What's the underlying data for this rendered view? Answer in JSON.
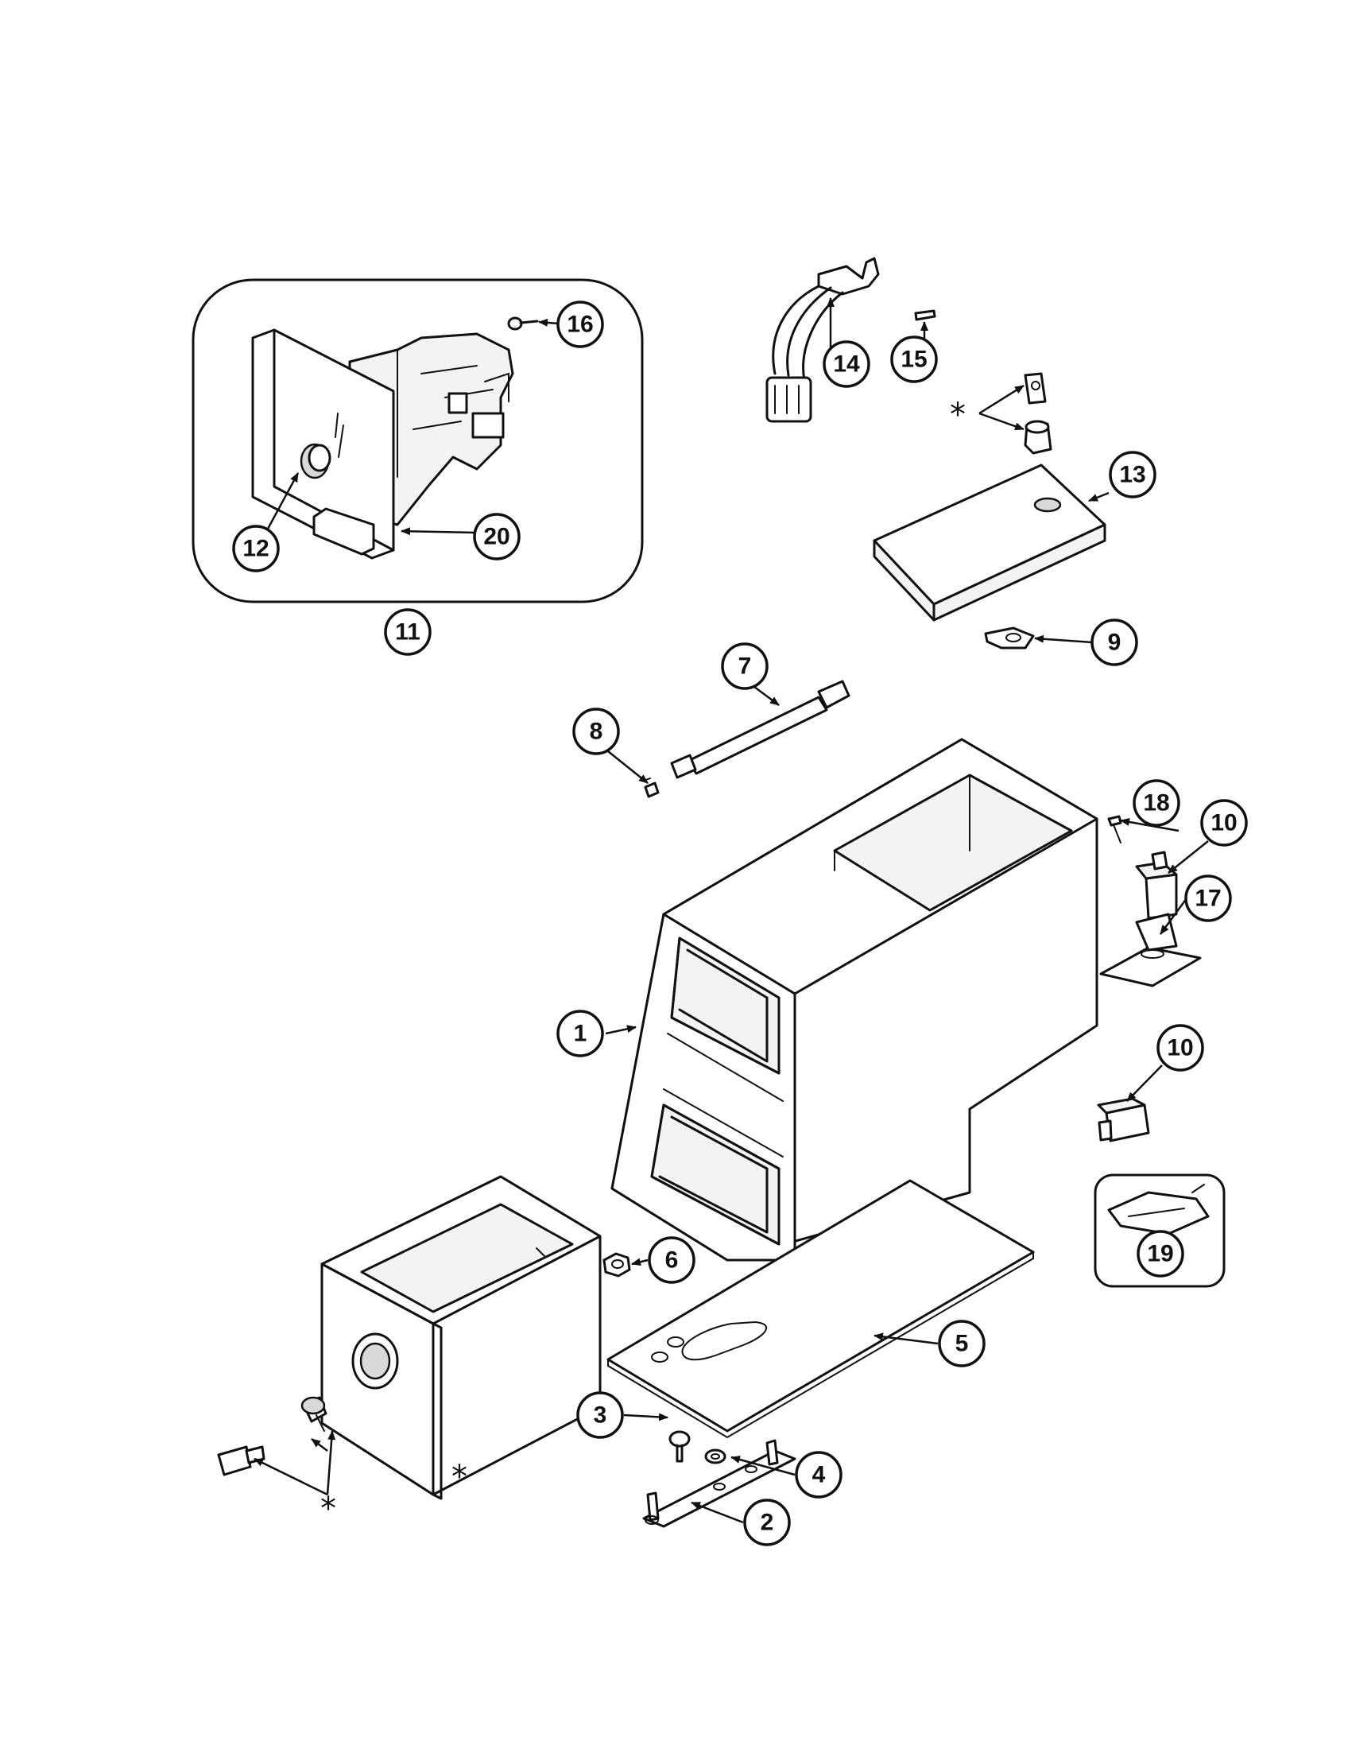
{
  "callouts": {
    "c1": "1",
    "c2": "2",
    "c3": "3",
    "c4": "4",
    "c5": "5",
    "c6": "6",
    "c7": "7",
    "c8": "8",
    "c9": "9",
    "c10a": "10",
    "c10b": "10",
    "c11": "11",
    "c12": "12",
    "c13": "13",
    "c14": "14",
    "c15": "15",
    "c16": "16",
    "c17": "17",
    "c18": "18",
    "c19": "19",
    "c20": "20"
  },
  "markers": {
    "star_top": "*",
    "star_drawer": "*",
    "star_bottom": "*"
  }
}
